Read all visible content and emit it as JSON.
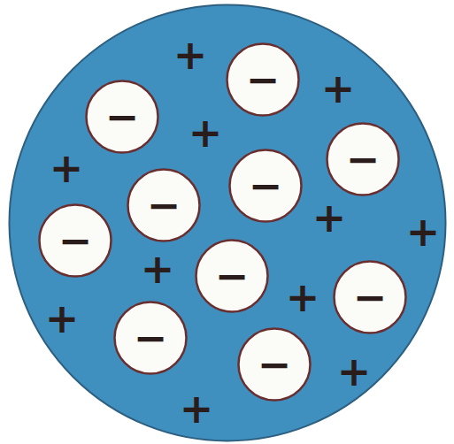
{
  "diagram": {
    "nodes": [
      {
        "text": [
          "+",
          "+",
          "+",
          "+",
          "+",
          "+",
          "+",
          "+",
          "+",
          "+",
          "+"
        ]
      },
      {
        "text": [
          "−"
        ],
        "in": 0
      },
      {
        "text": [
          "−"
        ],
        "in": 0
      },
      {
        "text": [
          "−"
        ],
        "in": 0
      },
      {
        "text": [
          "−"
        ],
        "in": 0
      },
      {
        "text": [
          "−"
        ],
        "in": 0
      },
      {
        "text": [
          "−"
        ],
        "in": 0
      },
      {
        "text": [
          "−"
        ],
        "in": 0
      },
      {
        "text": [
          "−"
        ],
        "in": 0
      },
      {
        "text": [
          "−"
        ],
        "in": 0
      },
      {
        "text": [
          "−"
        ],
        "in": 0
      }
    ]
  }
}
